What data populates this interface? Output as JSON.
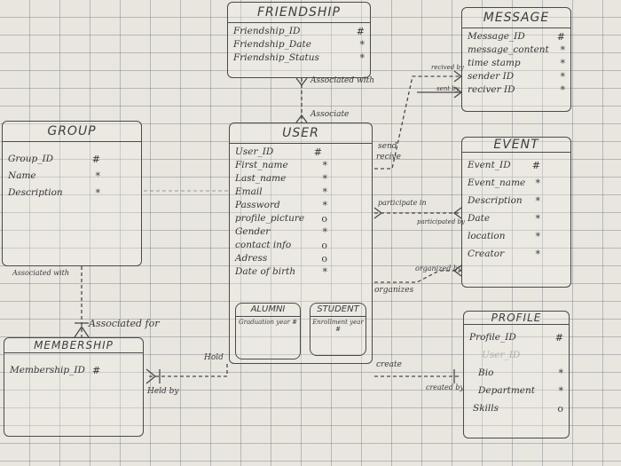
{
  "entities": {
    "friendship": {
      "title": "FRIENDSHIP",
      "attributes": [
        {
          "name": "Friendship_ID",
          "mark": "#"
        },
        {
          "name": "Friendship_Date",
          "mark": "*"
        },
        {
          "name": "Friendship_Status",
          "mark": "*"
        }
      ]
    },
    "message": {
      "title": "MESSAGE",
      "attributes": [
        {
          "name": "Message_ID",
          "mark": "#"
        },
        {
          "name": "message_content",
          "mark": "*"
        },
        {
          "name": "time stamp",
          "mark": "*"
        },
        {
          "name": "sender ID",
          "mark": "*"
        },
        {
          "name": "reciver ID",
          "mark": "*"
        }
      ]
    },
    "group": {
      "title": "GROUP",
      "attributes": [
        {
          "name": "Group_ID",
          "mark": "#"
        },
        {
          "name": "Name",
          "mark": "*"
        },
        {
          "name": "Description",
          "mark": "*"
        }
      ]
    },
    "user": {
      "title": "USER",
      "attributes": [
        {
          "name": "User_ID",
          "mark": "#"
        },
        {
          "name": "First_name",
          "mark": "*"
        },
        {
          "name": "Last_name",
          "mark": "*"
        },
        {
          "name": "Email",
          "mark": "*"
        },
        {
          "name": "Password",
          "mark": "*"
        },
        {
          "name": "profile_picture",
          "mark": "o"
        },
        {
          "name": "Gender",
          "mark": "*"
        },
        {
          "name": "contact info",
          "mark": "o"
        },
        {
          "name": "Adress",
          "mark": "o"
        },
        {
          "name": "Date of birth",
          "mark": "*"
        }
      ],
      "subtypes": [
        {
          "title": "ALUMNI",
          "attribute": "Graduation year #"
        },
        {
          "title": "STUDENT",
          "attribute": "Enrollment year #"
        }
      ]
    },
    "event": {
      "title": "EVENT",
      "attributes": [
        {
          "name": "Event_ID",
          "mark": "#"
        },
        {
          "name": "Event_name",
          "mark": "*"
        },
        {
          "name": "Description",
          "mark": "*"
        },
        {
          "name": "Date",
          "mark": "*"
        },
        {
          "name": "location",
          "mark": "*"
        },
        {
          "name": "Creator",
          "mark": "*"
        }
      ]
    },
    "membership": {
      "title": "MEMBERSHIP",
      "attributes": [
        {
          "name": "Membership_ID",
          "mark": "#"
        }
      ]
    },
    "profile": {
      "title": "PROFILE",
      "attributes": [
        {
          "name": "Profile_ID",
          "mark": "#"
        },
        {
          "name": "User_ID",
          "mark": "",
          "faint": true
        },
        {
          "name": "Bio",
          "mark": "*"
        },
        {
          "name": "Department",
          "mark": "*"
        },
        {
          "name": "Skills",
          "mark": "o"
        }
      ]
    }
  },
  "relationships": {
    "associated_with_top": "Associated with",
    "associate": "Associate",
    "recived_by": "recived by",
    "sent_by": "sent by",
    "send": "send",
    "recive": "recive",
    "participate_in": "participate in",
    "participated_by": "participated by",
    "organized_by": "organized by",
    "organizes": "organizes",
    "associated_with_group": "Associated with",
    "associated_for": "Associated for",
    "hold": "Hold",
    "held_by": "Held by",
    "create": "create",
    "created_by": "created by"
  }
}
